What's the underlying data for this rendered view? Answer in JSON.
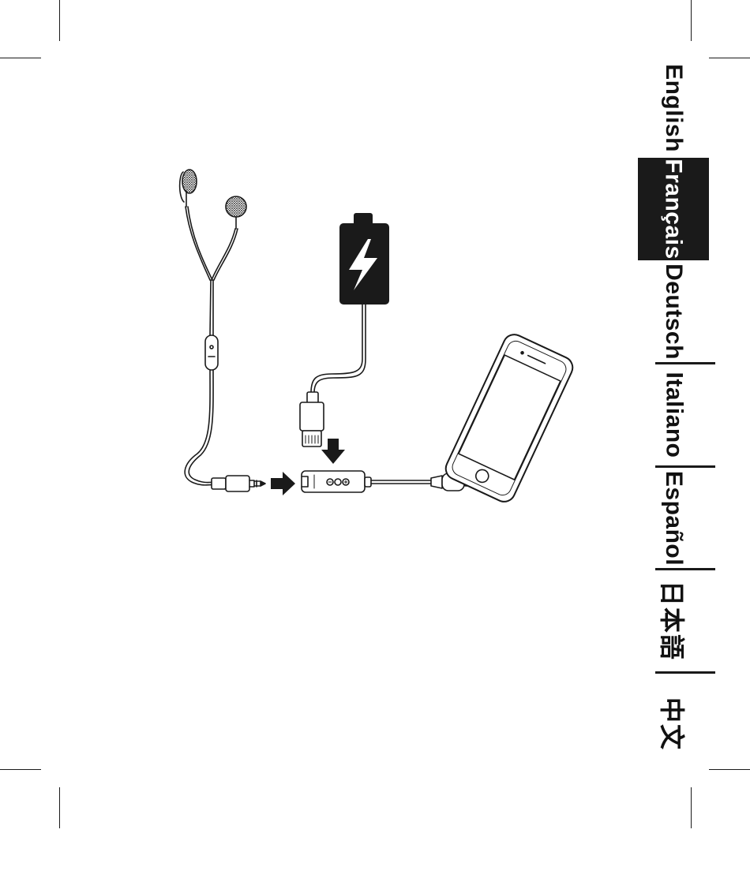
{
  "language_tabs": [
    {
      "label": "English",
      "active": false
    },
    {
      "label": "Français",
      "active": true
    },
    {
      "label": "Deutsch",
      "active": false
    },
    {
      "label": "Italiano",
      "active": false
    },
    {
      "label": "Español",
      "active": false
    },
    {
      "label": "日本語",
      "active": false
    },
    {
      "label": "中文",
      "active": false
    }
  ],
  "illustration": {
    "icons": [
      "earphones-icon",
      "inline-remote-icon",
      "audio-jack-icon",
      "arrow-right-icon",
      "battery-charging-icon",
      "lightning-bolt-icon",
      "lightning-plug-icon",
      "arrow-down-icon",
      "adapter-icon",
      "smartphone-icon"
    ],
    "colors": {
      "ink": "#1a1a1a",
      "paper": "#ffffff"
    }
  }
}
